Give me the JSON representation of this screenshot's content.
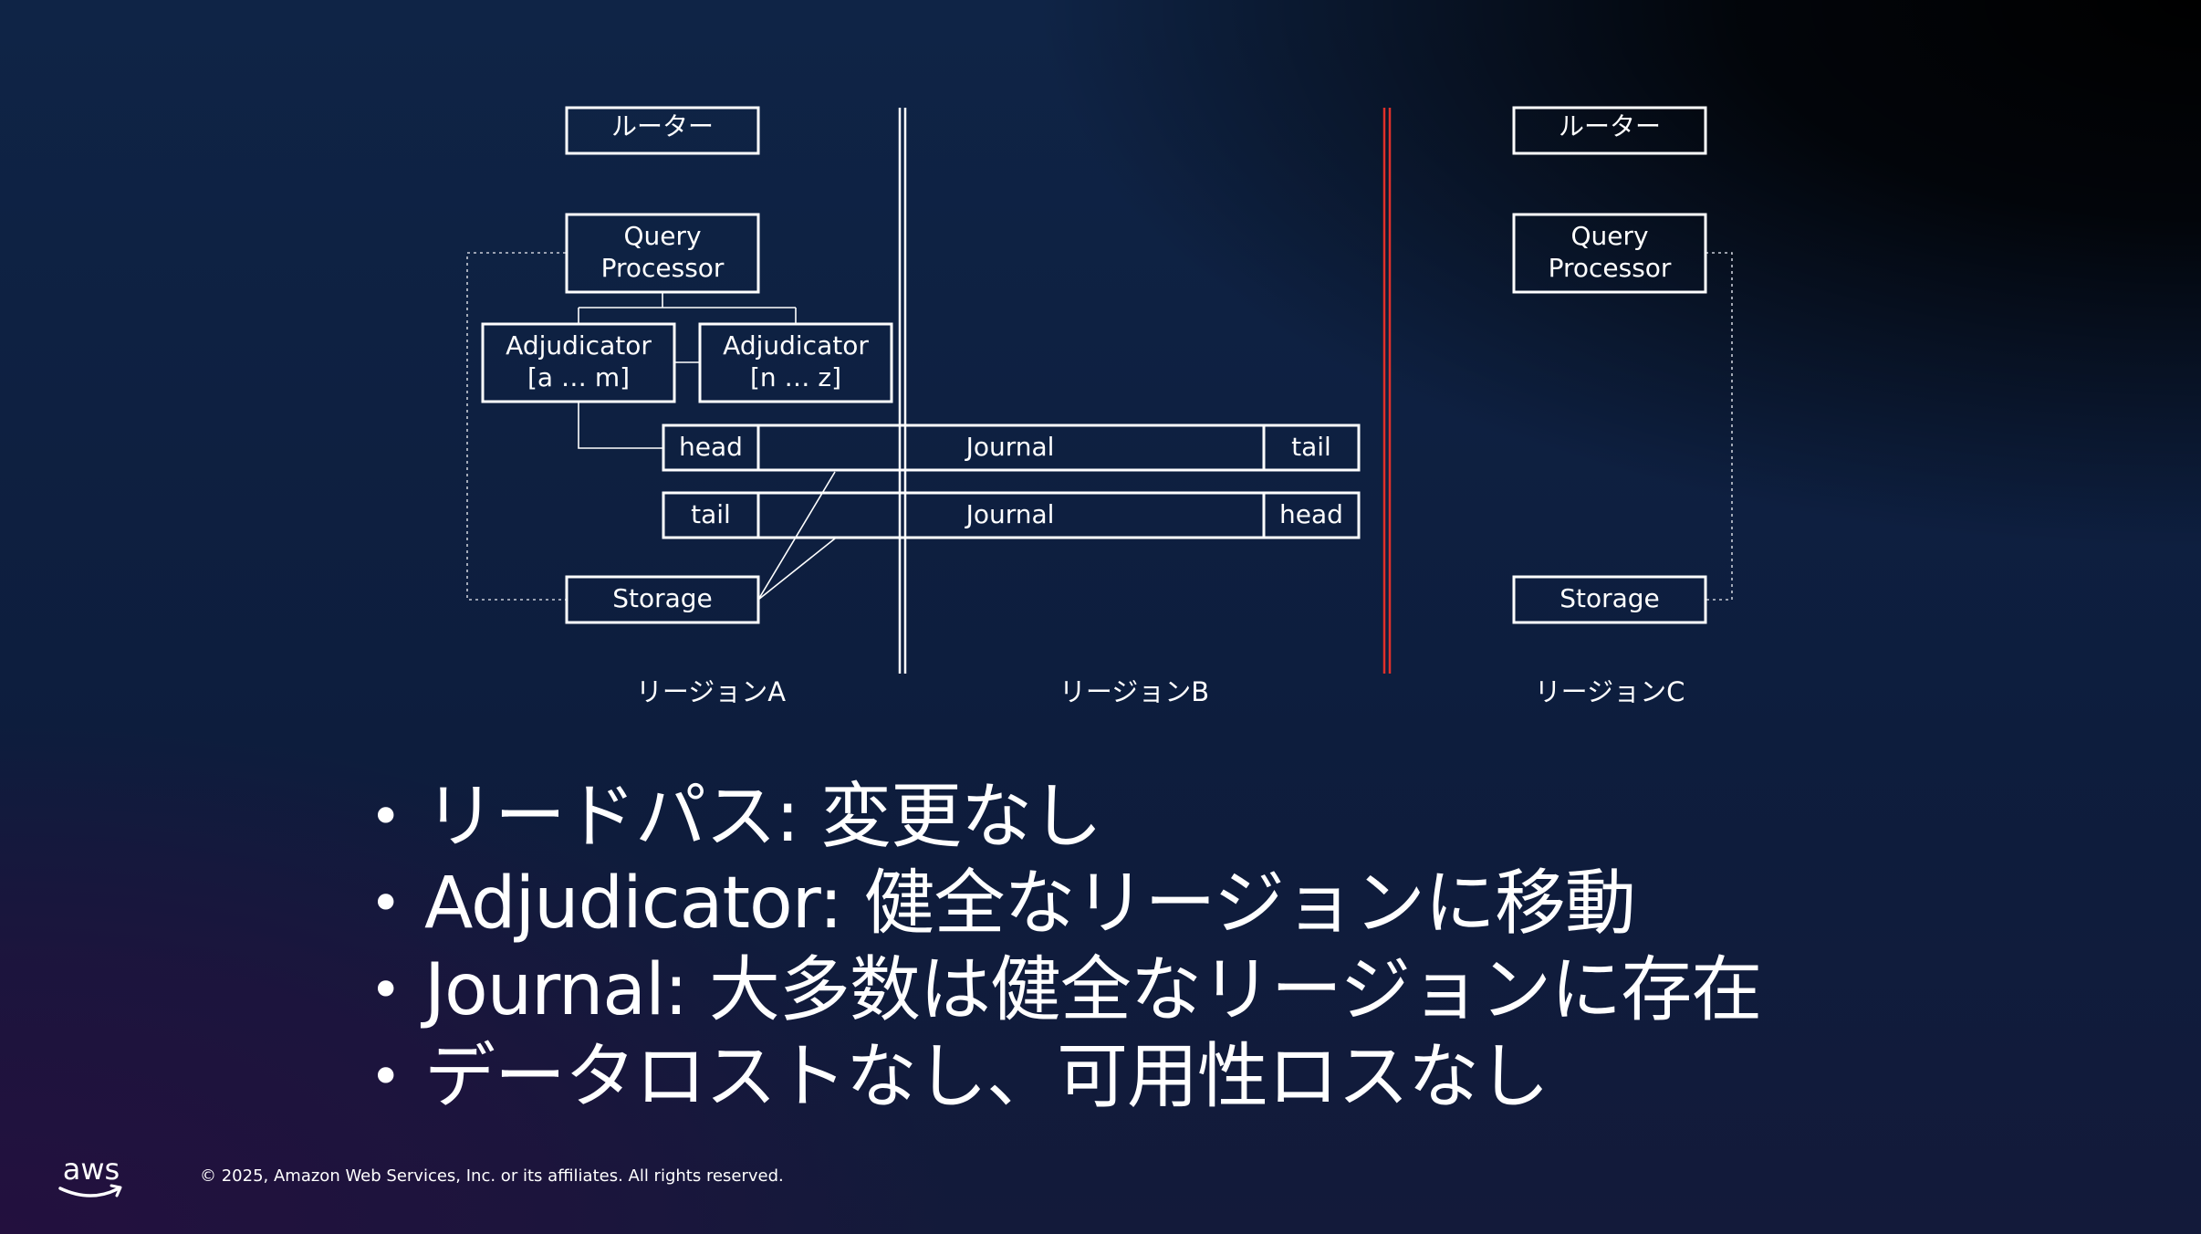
{
  "diagram": {
    "regionA": {
      "router": "ルーター",
      "qp_line1": "Query",
      "qp_line2": "Processor",
      "adj1_line1": "Adjudicator",
      "adj1_line2": "[a … m]",
      "adj2_line1": "Adjudicator",
      "adj2_line2": "[n … z]",
      "storage": "Storage",
      "label": "リージョンA"
    },
    "regionB": {
      "label": "リージョンB"
    },
    "regionC": {
      "router": "ルーター",
      "qp_line1": "Query",
      "qp_line2": "Processor",
      "storage": "Storage",
      "label": "リージョンC"
    },
    "journal1": {
      "left": "head",
      "middle": "Journal",
      "right": "tail"
    },
    "journal2": {
      "left": "tail",
      "middle": "Journal",
      "right": "head"
    },
    "colors": {
      "healthy_divider": "#ffffff",
      "failed_divider": "#e0302a"
    }
  },
  "bullets": [
    "リードパス: 変更なし",
    "Adjudicator: 健全なリージョンに移動",
    "Journal:  大多数は健全なリージョンに存在",
    "データロストなし、可用性ロスなし"
  ],
  "bullet_marker": "•",
  "footer": "© 2025, Amazon Web Services, Inc. or its affiliates. All rights reserved.",
  "logo_text": "aws"
}
